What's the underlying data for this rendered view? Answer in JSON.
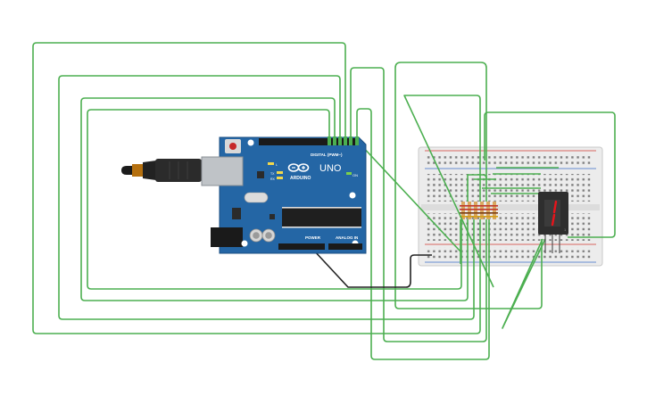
{
  "arduino": {
    "logo_text": "ARDUINO",
    "model": "UNO",
    "digital_label": "DIGITAL (PWM~)",
    "power_label": "POWER",
    "analog_label": "ANALOG IN",
    "on_label": "ON",
    "tx_label": "TX",
    "rx_label": "RX",
    "l_label": "L"
  },
  "display": {
    "digit": "1",
    "segment_color": "#e8141b"
  },
  "colors": {
    "wire": "#4caf50",
    "wire_dark": "#222222",
    "board": "#2466a5",
    "breadboard": "#ececec",
    "rail_red": "#d33a32",
    "rail_blue": "#3a6bc9"
  }
}
